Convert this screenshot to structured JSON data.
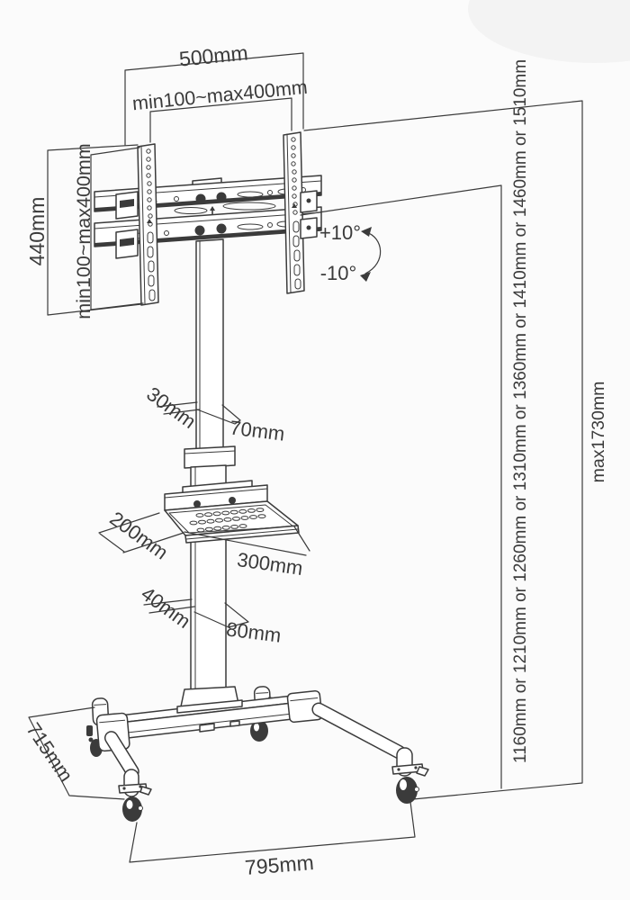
{
  "colors": {
    "background": "#fbfbfb",
    "ink": "#3b3b3b",
    "paper_shadow": "#f3f3f3"
  },
  "figure": {
    "bracket": {
      "width": "500mm",
      "vesa_width": "min100~max400mm",
      "height": "440mm",
      "vesa_height": "min100~max400mm"
    },
    "tilt": {
      "up": "+10°",
      "down": "-10°"
    },
    "upper_column": {
      "depth": "30mm",
      "width": "70mm"
    },
    "shelf": {
      "depth": "200mm",
      "width": "300mm"
    },
    "lower_column": {
      "depth": "40mm",
      "width": "80mm"
    },
    "base": {
      "depth": "715mm",
      "width": "795mm"
    },
    "height": {
      "options": "1160mm or 1210mm or 1260mm or 1310mm or 1360mm or 1410mm or 1460mm or 1510mm",
      "max": "max1730mm"
    }
  }
}
